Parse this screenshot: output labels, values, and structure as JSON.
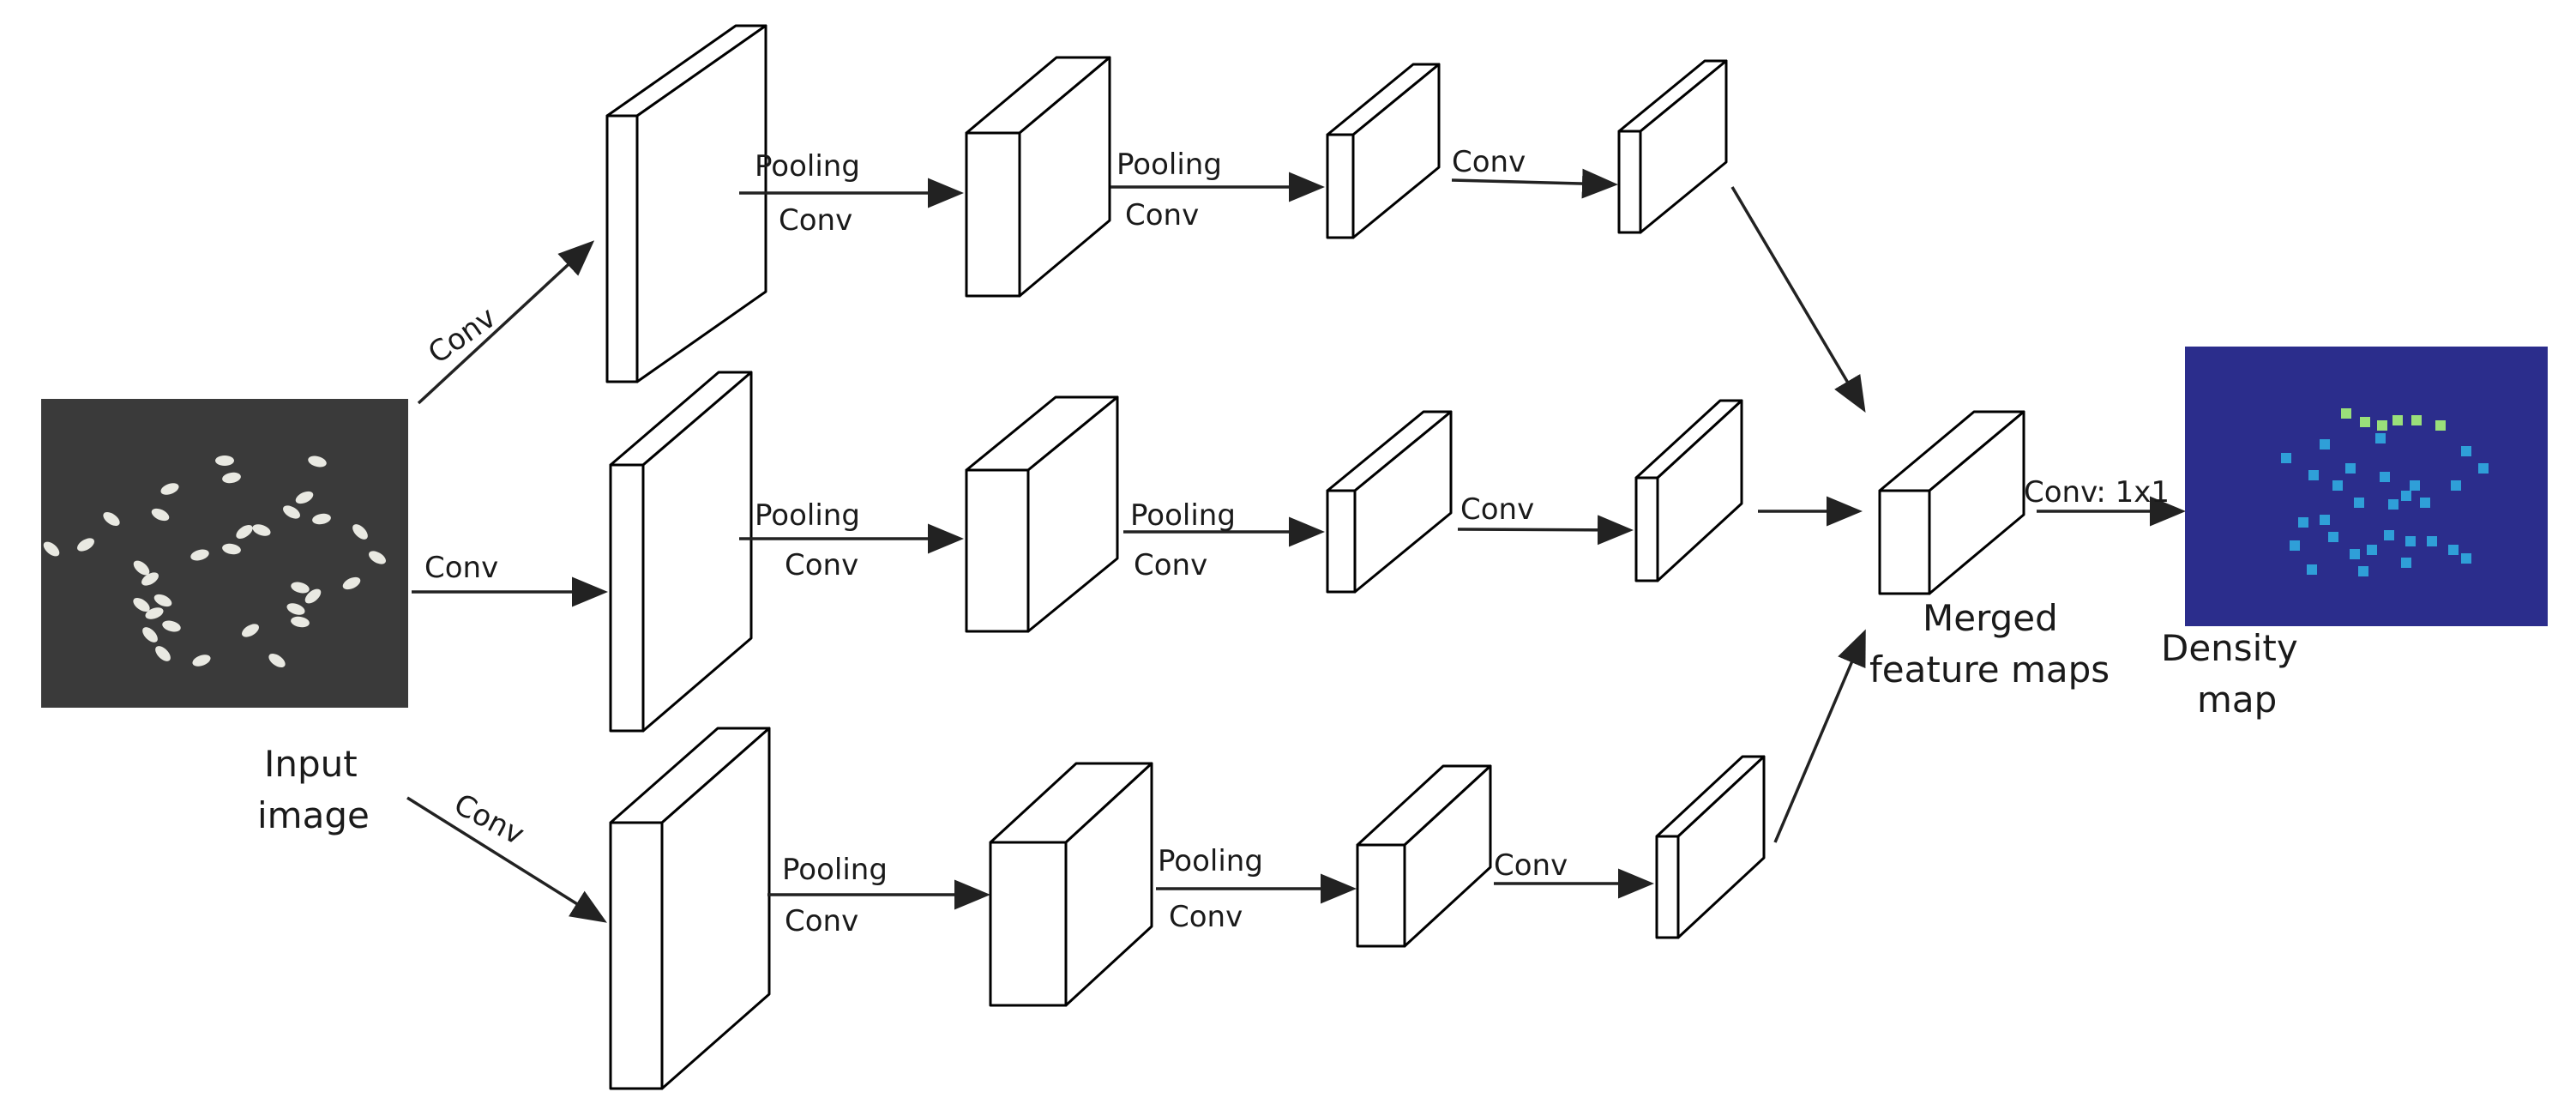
{
  "labels": {
    "conv": "Conv",
    "pooling": "Pooling",
    "conv_1x1": "Conv: 1x1",
    "input_image_line1": "Input",
    "input_image_line2": "image",
    "merged_line1": "Merged",
    "merged_line2": "feature maps",
    "density_line1": "Density",
    "density_line2": "map"
  },
  "colors": {
    "photo_background": "#3a3a3a",
    "rice_grain": "#e9e9e2",
    "density_background": "#2b2d8c",
    "density_point": "#2f9fd8",
    "density_hot_point": "#9adf7a",
    "box_stroke": "#000000",
    "arrow": "#222222"
  },
  "columns": [
    {
      "branch": "top",
      "stages": [
        "conv_block",
        "pooling_conv",
        "pooling_conv",
        "conv"
      ]
    },
    {
      "branch": "middle",
      "stages": [
        "conv_block",
        "pooling_conv",
        "pooling_conv",
        "conv"
      ]
    },
    {
      "branch": "bottom",
      "stages": [
        "conv_block",
        "pooling_conv",
        "pooling_conv",
        "conv"
      ]
    }
  ]
}
